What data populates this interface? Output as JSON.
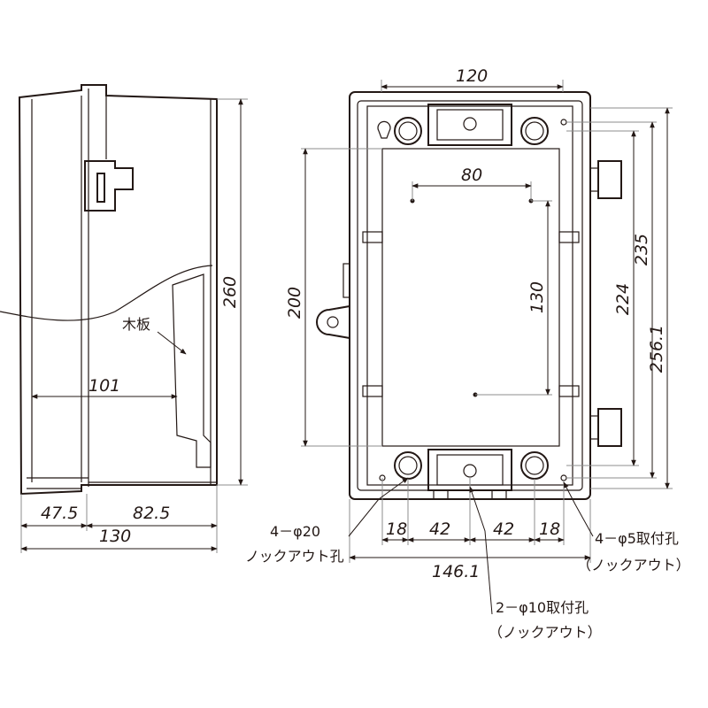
{
  "dimensions": {
    "side_width_47": "47.5",
    "side_width_82": "82.5",
    "side_total": "130",
    "side_depth_101": "101",
    "side_height": "260",
    "board_label": "木板",
    "front_top": "120",
    "front_hole_span": "80",
    "front_hole_pitch": "130",
    "front_height_200": "200",
    "front_224": "224",
    "front_235": "235",
    "front_256": "256.1",
    "front_bottom_18a": "18",
    "front_bottom_42a": "42",
    "front_bottom_42b": "42",
    "front_bottom_18b": "18",
    "front_bottom_total": "146.1"
  },
  "callouts": {
    "knockout20_line1": "4－φ20",
    "knockout20_line2": "ノックアウト孔",
    "mount5_line1": "4－φ5取付孔",
    "mount5_line2": "（ノックアウト）",
    "mount10_line1": "2－φ10取付孔",
    "mount10_line2": "（ノックアウト）"
  },
  "colors": {
    "line": "#231815",
    "background": "#ffffff"
  }
}
